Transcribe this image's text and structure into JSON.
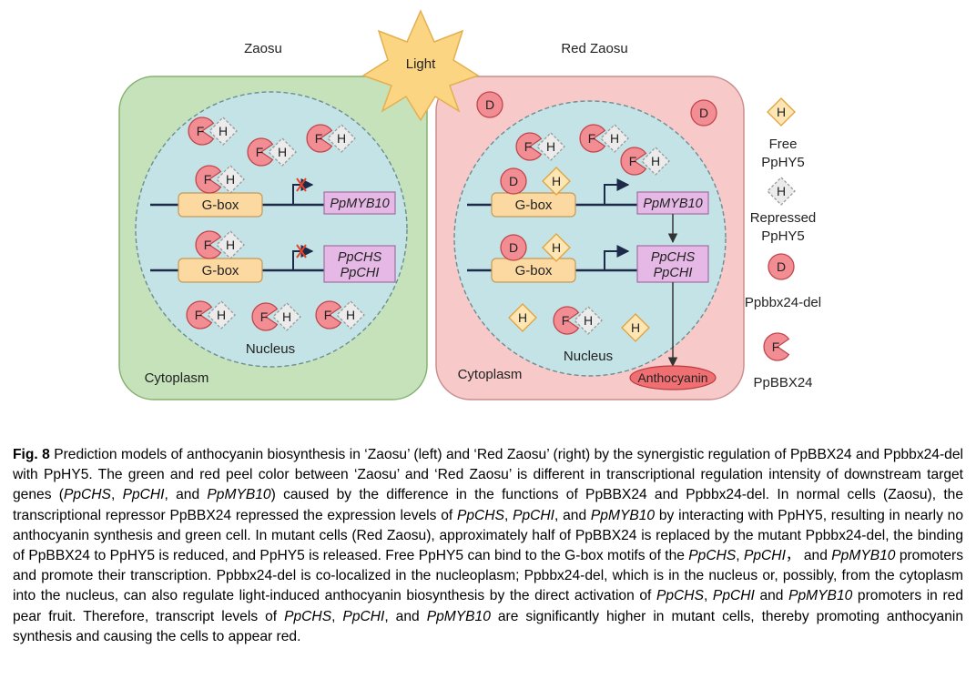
{
  "labels": {
    "left_title": "Zaosu",
    "right_title": "Red Zaosu",
    "light": "Light",
    "nucleus": "Nucleus",
    "cytoplasm": "Cytoplasm",
    "gbox": "G-box",
    "anthocyanin": "Anthocyanin",
    "gene_myb": "PpMYB10",
    "gene_chs": "PpCHS",
    "gene_chi": "PpCHI",
    "letter_h": "H",
    "letter_f": "F",
    "letter_d": "D"
  },
  "legend": {
    "free_line1": "Free",
    "free_line2": "PpHY5",
    "repressed_line1": "Repressed",
    "repressed_line2": "PpHY5",
    "del": "Ppbbx24-del",
    "bbx": "PpBBX24"
  },
  "colors": {
    "left_cell": "#c6e2bb",
    "right_cell": "#f8c9c9",
    "nucleus": "#c4e3e6",
    "gbox": "#fdd9a2",
    "gene_box": "#e5b8e5",
    "f_protein": "#f18d93",
    "free_hy5": "#fde5b4",
    "repressed_hy5": "#ebebeb",
    "anthocyanin": "#ef6f72",
    "star": "#fcd583",
    "block_x": "#e8432a"
  },
  "caption": [
    {
      "t": "Fig. 8",
      "s": "b"
    },
    {
      "t": "  Prediction models of anthocyanin biosynthesis in ‘Zaosu’ (left) and ‘Red Zaosu’ (right) by the synergistic regulation of PpBBX24 and Ppbbx24-del with PpHY5.  The green and red peel color between ‘Zaosu’ and ‘Red Zaosu’ is different in transcriptional regulation intensity of downstream target genes (",
      "s": "n"
    },
    {
      "t": "PpCHS",
      "s": "i"
    },
    {
      "t": ", ",
      "s": "n"
    },
    {
      "t": "PpCHI",
      "s": "i"
    },
    {
      "t": ", and ",
      "s": "n"
    },
    {
      "t": "PpMYB10",
      "s": "i"
    },
    {
      "t": ") caused by the difference in the functions of PpBBX24 and Ppbbx24-del.  In normal cells (Zaosu), the transcriptional repressor PpBBX24 repressed the expression levels of ",
      "s": "n"
    },
    {
      "t": "PpCHS",
      "s": "i"
    },
    {
      "t": ", ",
      "s": "n"
    },
    {
      "t": "PpCHI",
      "s": "i"
    },
    {
      "t": ", and ",
      "s": "n"
    },
    {
      "t": "PpMYB10",
      "s": "i"
    },
    {
      "t": " by interacting with PpHY5, resulting in nearly no anthocyanin synthesis and green cell.  In mutant cells (Red Zaosu), approximately half of PpBBX24 is replaced by the mutant Ppbbx24-del, the binding of PpBBX24 to PpHY5 is reduced, and PpHY5 is released.  Free PpHY5 can bind to the G-box motifs of the ",
      "s": "n"
    },
    {
      "t": "PpCHS",
      "s": "i"
    },
    {
      "t": ", ",
      "s": "n"
    },
    {
      "t": "PpCHI",
      "s": "i"
    },
    {
      "t": "，  and ",
      "s": "n"
    },
    {
      "t": "PpMYB10",
      "s": "i"
    },
    {
      "t": " promoters and promote their transcription.  Ppbbx24-del is co-localized in the nucleoplasm; Ppbbx24-del, which is in the nucleus or, possibly, from the cytoplasm into the nucleus, can also regulate light-induced anthocyanin biosynthesis by the direct activation of ",
      "s": "n"
    },
    {
      "t": "PpCHS",
      "s": "i"
    },
    {
      "t": ", ",
      "s": "n"
    },
    {
      "t": "PpCHI",
      "s": "i"
    },
    {
      "t": " and ",
      "s": "n"
    },
    {
      "t": "PpMYB10",
      "s": "i"
    },
    {
      "t": " promoters in red pear fruit.  Therefore, transcript levels of ",
      "s": "n"
    },
    {
      "t": "PpCHS",
      "s": "i"
    },
    {
      "t": ", ",
      "s": "n"
    },
    {
      "t": "PpCHI",
      "s": "i"
    },
    {
      "t": ", and ",
      "s": "n"
    },
    {
      "t": "PpMYB10",
      "s": "i"
    },
    {
      "t": " are significantly higher in mutant cells, thereby promoting anthocyanin synthesis and causing the cells to appear red.",
      "s": "n"
    }
  ]
}
